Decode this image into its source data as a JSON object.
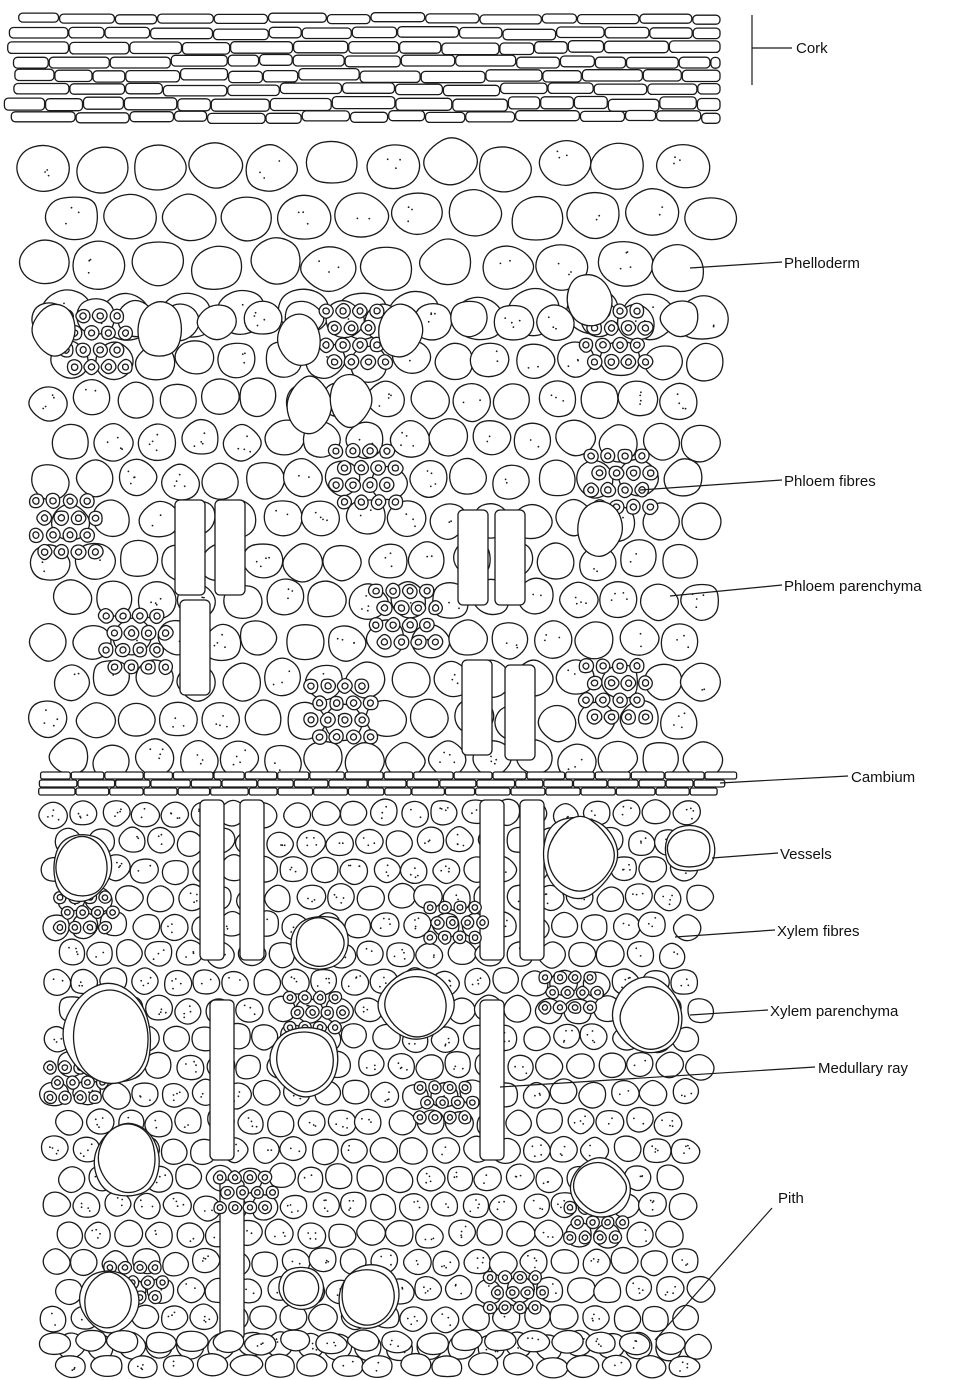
{
  "labels": {
    "cork": "Cork",
    "phelloderm": "Phelloderm",
    "phloem_fibres": "Phloem fibres",
    "phloem_parenchyma": "Phloem parenchyma",
    "cambium": "Cambium",
    "vessels": "Vessels",
    "xylem_fibres": "Xylem fibres",
    "xylem_parenchyma": "Xylem parenchyma",
    "medullary_ray": "Medullary ray",
    "pith": "Pith"
  },
  "colors": {
    "ink": "#1a1a1a",
    "paper": "#ffffff"
  }
}
